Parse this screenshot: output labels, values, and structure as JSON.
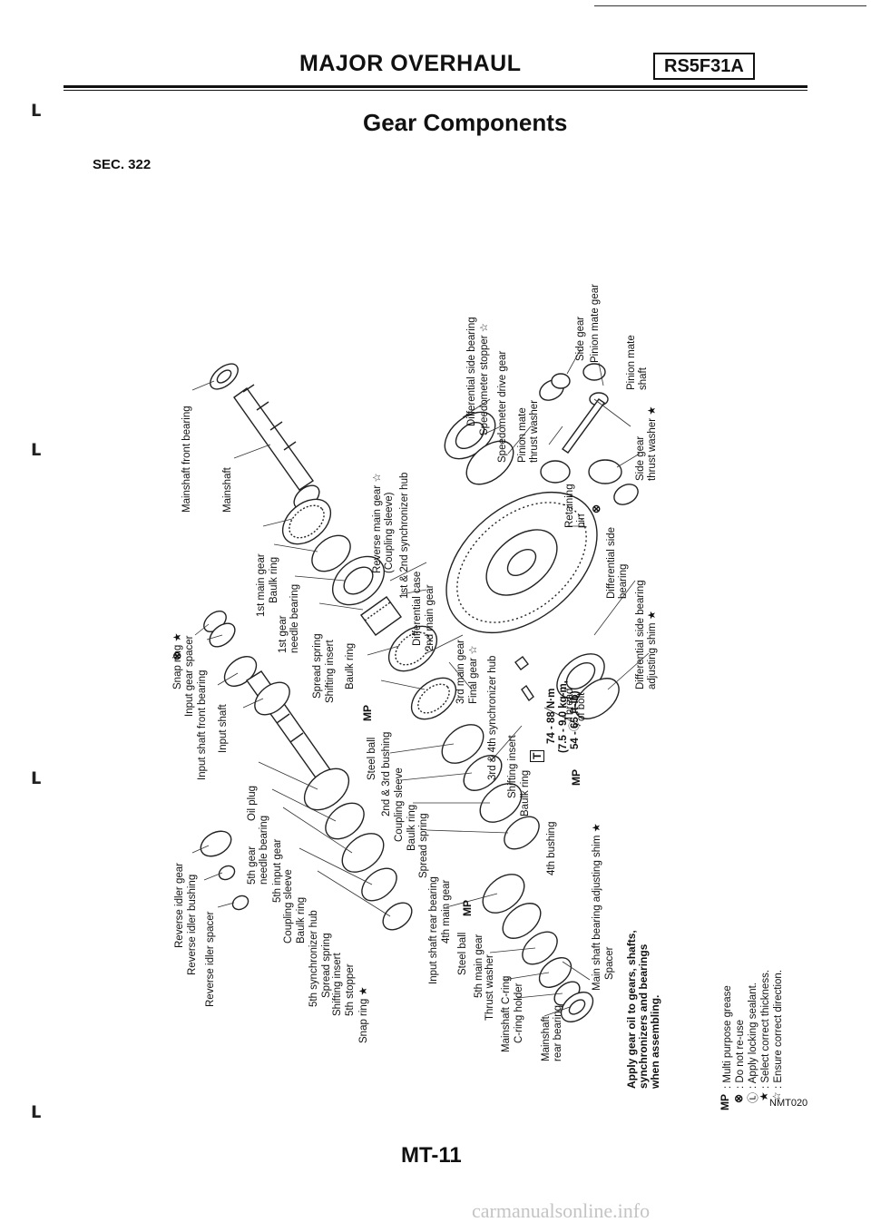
{
  "header": {
    "title": "MAJOR OVERHAUL",
    "model": "RS5F31A"
  },
  "section_title": "Gear Components",
  "sec": "SEC. 322",
  "page": "MT-11",
  "image_code": "NMT020",
  "watermark": "carmanualsonline.info",
  "labels": {
    "mainshaft_front_bearing": "Mainshaft front bearing",
    "mainshaft": "Mainshaft",
    "first_main_gear": "1st main gear",
    "baulk_ring_1": "Baulk ring",
    "first_gear_needle_bearing": "1st gear\nneedle bearing",
    "spread_spring_1": "Spread spring",
    "shifting_insert_1": "Shifting insert",
    "baulk_ring_2": "Baulk ring",
    "reverse_main_gear": "Reverse main gear ☆\n(Coupling sleeve)",
    "first_second_sync_hub": "1st & 2nd synchronizer hub",
    "differential_case": "Differential case",
    "second_main_gear": "2nd main gear",
    "third_main_gear": "3rd main gear",
    "final_gear": "Final gear ☆",
    "snap_ring_1": "Snap ring ★",
    "input_gear_spacer": "Input gear spacer",
    "input_shaft_front_bearing": "Input shaft front bearing",
    "input_shaft": "Input shaft",
    "steel_ball_1": "Steel ball",
    "second_third_bushing": "2nd & 3rd bushing",
    "coupling_sleeve_1": "Coupling sleeve",
    "baulk_ring_3": "Baulk ring",
    "spread_spring_2": "Spread spring",
    "third_fourth_sync_hub": "3rd & 4th synchronizer hub",
    "shifting_insert_2": "Shifting insert",
    "baulk_ring_4": "Baulk ring",
    "fourth_bushing": "4th bushing",
    "torque_1": "74 - 88 N·m",
    "torque_2": "(7.5 - 9.0 kg-m,",
    "torque_3": "54 - 65 ft-lb)",
    "thread_of_bolt": "Thread\nof bolt",
    "oil_plug": "Oil plug",
    "fifth_gear_needle_bearing": "5th gear\nneedle bearing",
    "fifth_input_gear": "5th input gear",
    "coupling_sleeve_2": "Coupling sleeve",
    "baulk_ring_5": "Baulk ring",
    "fifth_sync_hub": "5th synchronizer hub",
    "spread_spring_3": "Spread spring",
    "shifting_insert_3": "Shifting insert",
    "fifth_stopper": "5th stopper",
    "snap_ring_2": "Snap ring ★",
    "reverse_idler_gear": "Reverse idler gear",
    "reverse_idler_bushing": "Reverse idler bushing",
    "reverse_idler_spacer": "Reverse idler spacer",
    "input_shaft_rear_bearing": "Input shaft rear bearing",
    "fourth_main_gear": "4th main gear",
    "steel_ball_2": "Steel ball",
    "fifth_main_gear": "5th main gear",
    "thrust_washer": "Thrust washer",
    "mainshaft_c_ring": "Mainshaft C-ring",
    "c_ring_holder": "C-ring holder",
    "mainshaft_rear_bearing": "Mainshaft\nrear bearing",
    "main_shaft_bearing_shim": "Main shaft bearing adjusting shim ★",
    "spacer": "Spacer",
    "diff_side_bearing_top": "Differential side bearing",
    "speedometer_stopper": "Speedometer stopper ☆",
    "speedometer_drive_gear": "Speedometer drive gear",
    "pinion_mate_thrust_washer": "Pinion mate\nthrust washer",
    "side_gear": "Side gear",
    "pinion_mate_gear": "Pinion mate gear",
    "pinion_mate_shaft": "Pinion mate\nshaft",
    "side_gear_thrust_washer": "Side gear\nthrust washer ★",
    "retaining_pin": "Retaining\npin",
    "diff_side_bearing": "Differential side\nbearing",
    "diff_side_bearing_shim": "Differential side bearing\nadjusting shim ★"
  },
  "note": "Apply gear oil to gears, shafts,\nsynchronizers and bearings\nwhen assembling.",
  "legend": [
    {
      "symbol": "MP",
      "text": ": Multi purpose grease"
    },
    {
      "symbol": "⊗",
      "text": ": Do not re-use"
    },
    {
      "symbol": "Ⓛ",
      "text": ": Apply locking sealant."
    },
    {
      "symbol": "★",
      "text": ": Select correct thickness."
    },
    {
      "symbol": "☆",
      "text": ": Ensure correct direction."
    }
  ]
}
